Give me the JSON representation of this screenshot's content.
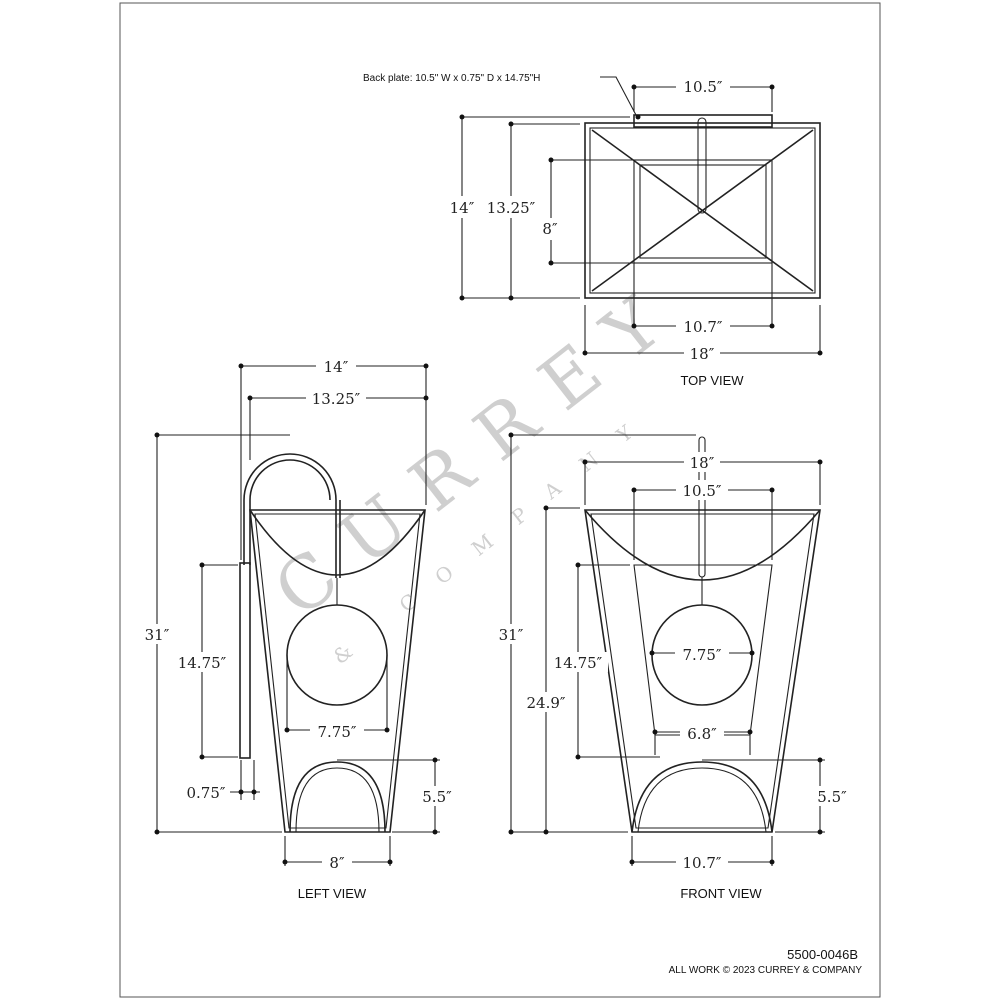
{
  "note": "Back plate: 10.5\" W x 0.75\" D x 14.75\"H",
  "top_view": {
    "title": "TOP VIEW",
    "dims": {
      "w_plate": "10.5″",
      "d_overall": "14″",
      "d_frame": "13.25″",
      "d_inner": "8″",
      "w_bottom": "10.7″",
      "w_overall": "18″"
    }
  },
  "left_view": {
    "title": "LEFT VIEW",
    "dims": {
      "d_overall": "14″",
      "d_frame": "13.25″",
      "h_overall": "31″",
      "h_plate": "14.75″",
      "globe": "7.75″",
      "plate_depth": "0.75″",
      "h_base": "5.5″",
      "w_base": "8″"
    }
  },
  "front_view": {
    "title": "FRONT VIEW",
    "dims": {
      "w_overall": "18″",
      "w_plate": "10.5″",
      "h_overall": "31″",
      "h_frame": "24.9″",
      "h_plate": "14.75″",
      "globe": "7.75″",
      "w_plate_bottom": "6.8″",
      "h_base": "5.5″",
      "w_base": "10.7″"
    }
  },
  "footer": {
    "part_number": "5500-0046B",
    "copyright": "ALL WORK © 2023 CURREY & COMPANY"
  },
  "watermark": {
    "brand": "CURREY",
    "sub": "& COMPANY"
  }
}
